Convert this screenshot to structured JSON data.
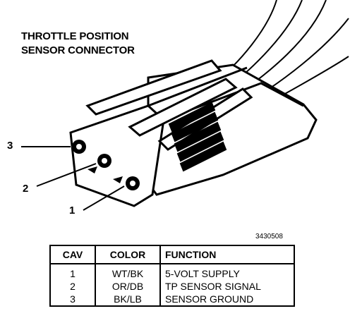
{
  "title_lines": [
    "THROTTLE POSITION",
    "SENSOR CONNECTOR"
  ],
  "pin_labels": [
    "3",
    "2",
    "1"
  ],
  "figure_id": "3430508",
  "table": {
    "headers": [
      "CAV",
      "COLOR",
      "FUNCTION"
    ],
    "rows": [
      [
        "1",
        "WT/BK",
        "5-VOLT SUPPLY"
      ],
      [
        "2",
        "OR/DB",
        "TP SENSOR SIGNAL"
      ],
      [
        "3",
        "BK/LB",
        "SENSOR GROUND"
      ]
    ]
  }
}
